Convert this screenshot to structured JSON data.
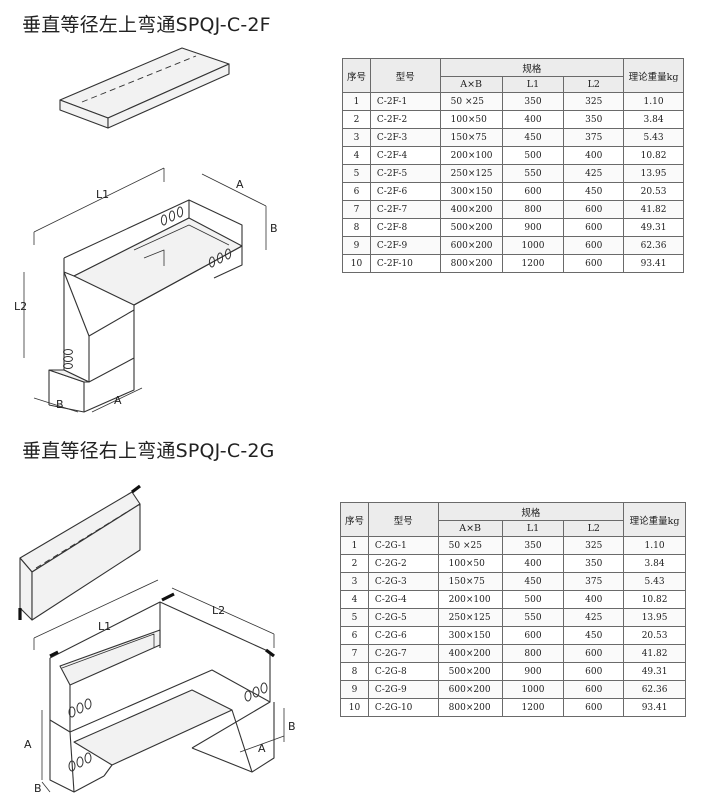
{
  "sections": [
    {
      "title": "垂直等径左上弯通SPQJ-C-2F",
      "labels": {
        "a": "A",
        "b": "B",
        "l1": "L1",
        "l2": "L2"
      },
      "table": {
        "headers": {
          "no": "序号",
          "model": "型号",
          "spec": "规格",
          "ab": "A×B",
          "l1": "L1",
          "l2": "L2",
          "weight": "理论重量kg"
        },
        "rows": [
          [
            "1",
            "C-2F-1",
            "50 ×25",
            "350",
            "325",
            "1.10"
          ],
          [
            "2",
            "C-2F-2",
            "100×50",
            "400",
            "350",
            "3.84"
          ],
          [
            "3",
            "C-2F-3",
            "150×75",
            "450",
            "375",
            "5.43"
          ],
          [
            "4",
            "C-2F-4",
            "200×100",
            "500",
            "400",
            "10.82"
          ],
          [
            "5",
            "C-2F-5",
            "250×125",
            "550",
            "425",
            "13.95"
          ],
          [
            "6",
            "C-2F-6",
            "300×150",
            "600",
            "450",
            "20.53"
          ],
          [
            "7",
            "C-2F-7",
            "400×200",
            "800",
            "600",
            "41.82"
          ],
          [
            "8",
            "C-2F-8",
            "500×200",
            "900",
            "600",
            "49.31"
          ],
          [
            "9",
            "C-2F-9",
            "600×200",
            "1000",
            "600",
            "62.36"
          ],
          [
            "10",
            "C-2F-10",
            "800×200",
            "1200",
            "600",
            "93.41"
          ]
        ]
      }
    },
    {
      "title": "垂直等径右上弯通SPQJ-C-2G",
      "labels": {
        "a": "A",
        "b": "B",
        "l1": "L1",
        "l2": "L2"
      },
      "table": {
        "headers": {
          "no": "序号",
          "model": "型号",
          "spec": "规格",
          "ab": "A×B",
          "l1": "L1",
          "l2": "L2",
          "weight": "理论重量kg"
        },
        "rows": [
          [
            "1",
            "C-2G-1",
            "50 ×25",
            "350",
            "325",
            "1.10"
          ],
          [
            "2",
            "C-2G-2",
            "100×50",
            "400",
            "350",
            "3.84"
          ],
          [
            "3",
            "C-2G-3",
            "150×75",
            "450",
            "375",
            "5.43"
          ],
          [
            "4",
            "C-2G-4",
            "200×100",
            "500",
            "400",
            "10.82"
          ],
          [
            "5",
            "C-2G-5",
            "250×125",
            "550",
            "425",
            "13.95"
          ],
          [
            "6",
            "C-2G-6",
            "300×150",
            "600",
            "450",
            "20.53"
          ],
          [
            "7",
            "C-2G-7",
            "400×200",
            "800",
            "600",
            "41.82"
          ],
          [
            "8",
            "C-2G-8",
            "500×200",
            "900",
            "600",
            "49.31"
          ],
          [
            "9",
            "C-2G-9",
            "600×200",
            "1000",
            "600",
            "62.36"
          ],
          [
            "10",
            "C-2G-10",
            "800×200",
            "1200",
            "600",
            "93.41"
          ]
        ]
      }
    }
  ]
}
